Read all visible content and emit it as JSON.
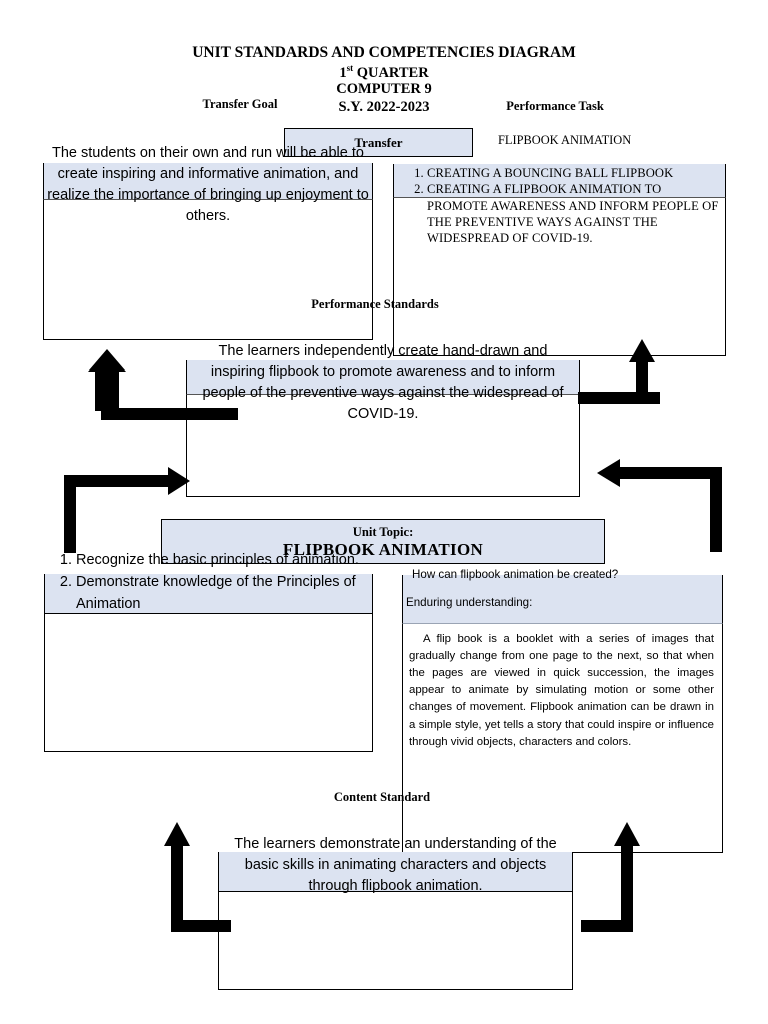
{
  "header": {
    "line1": "UNIT STANDARDS AND COMPETENCIES DIAGRAM",
    "line2_pre": "1",
    "line2_sup": "st",
    "line2_post": " QUARTER",
    "line3": "COMPUTER 9",
    "line4": "S.Y. 2022-2023",
    "left_label": "Transfer Goal",
    "right_label": "Performance Task"
  },
  "center_transfer": {
    "label": "Transfer"
  },
  "transfer_goal": {
    "text": "The students on their own and run will be able to create inspiring and informative animation, and realize the importance of bringing up enjoyment to others."
  },
  "performance_task": {
    "caption": "FLIPBOOK ANIMATION",
    "items": [
      "CREATING  A BOUNCING BALL FLIPBOOK",
      "CREATING A FLIPBOOK ANIMATION TO PROMOTE AWARENESS AND INFORM PEOPLE OF THE PREVENTIVE WAYS AGAINST THE WIDESPREAD OF COVID-19."
    ]
  },
  "performance_standards": {
    "label": "Performance Standards",
    "text": "The learners independently create hand-drawn and inspiring flipbook to promote awareness and to inform people of the preventive ways against the widespread of COVID-19."
  },
  "unit_topic": {
    "label": "Unit Topic:",
    "title": "FLIPBOOK ANIMATION"
  },
  "competencies": {
    "items": [
      "Recognize the basic principles of animation.",
      "Demonstrate knowledge of the Principles of Animation"
    ]
  },
  "essential": {
    "question": "How can flipbook animation be created?",
    "eu_label": "Enduring understanding:",
    "eu_body": "A flip book is a booklet with a series of images that gradually change from one page to the next, so that when the pages are viewed in quick succession, the images appear to animate by simulating motion or some other changes of movement. Flipbook animation can be drawn in a simple style, yet tells a story that could inspire or influence through vivid objects, characters and colors."
  },
  "content_standard": {
    "label": "Content Standard",
    "text": "The learners demonstrate an understanding of the basic skills in animating characters and objects through flipbook animation."
  },
  "colors": {
    "shade": "#dce3f1",
    "outline": "#000000",
    "text": "#000000"
  },
  "arrows": {
    "up_left_top": "arrow-up-left-top",
    "right_into_ps": "arrow-right-into-ps",
    "up_right_top": "arrow-up-right-top",
    "left_into_ps": "arrow-left-into-ps",
    "up_left_bottom": "arrow-up-left-bottom",
    "up_right_bottom": "arrow-up-right-bottom"
  }
}
